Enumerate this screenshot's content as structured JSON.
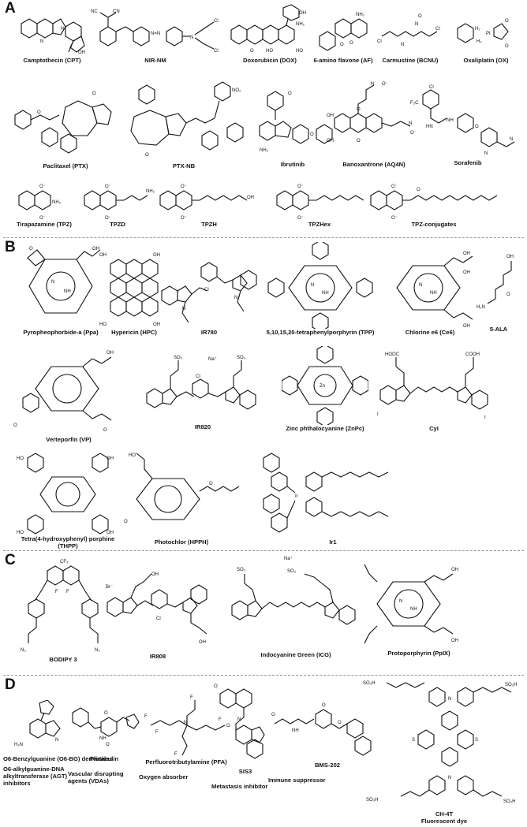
{
  "panels": [
    {
      "letter": "A",
      "compounds": [
        {
          "id": "cpt",
          "label": "Camptothecin (CPT)"
        },
        {
          "id": "nirnm",
          "label": "NIR-NM"
        },
        {
          "id": "dox",
          "label": "Doxorubicin (DOX)"
        },
        {
          "id": "af",
          "label": "6-amino flavone (AF)"
        },
        {
          "id": "bcnu",
          "label": "Carmustine (BCNU)"
        },
        {
          "id": "ox",
          "label": "Oxaliplatin (OX)"
        },
        {
          "id": "ptx",
          "label": "Paclitaxel (PTX)"
        },
        {
          "id": "ptxnb",
          "label": "PTX-NB"
        },
        {
          "id": "ibr",
          "label": "Ibrutinib"
        },
        {
          "id": "aq4n",
          "label": "Banoxantrone (AQ4N)"
        },
        {
          "id": "sora",
          "label": "Sorafenib"
        },
        {
          "id": "tpz",
          "label": "Tirapazamine (TPZ)"
        },
        {
          "id": "tpzd",
          "label": "TPZD"
        },
        {
          "id": "tpzh",
          "label": "TPZH"
        },
        {
          "id": "tpzhex",
          "label": "TPZHex"
        },
        {
          "id": "tpzc",
          "label": "TPZ-conjugates"
        }
      ]
    },
    {
      "letter": "B",
      "compounds": [
        {
          "id": "ppa",
          "label": "Pyropheophorbide-a (Ppa)"
        },
        {
          "id": "hpc",
          "label": "Hypericin (HPC)"
        },
        {
          "id": "ir780",
          "label": "IR780"
        },
        {
          "id": "tpp",
          "label": "5,10,15,20-tetraphenylporphyrin (TPP)"
        },
        {
          "id": "ce6",
          "label": "Chlorine e6 (Ce6)"
        },
        {
          "id": "ala",
          "label": "5-ALA"
        },
        {
          "id": "vp",
          "label": "Verteporfin (VP)"
        },
        {
          "id": "ir820",
          "label": "IR820"
        },
        {
          "id": "znpc",
          "label": "Zinc phthalocyanine (ZnPc)"
        },
        {
          "id": "cyi",
          "label": "CyI"
        },
        {
          "id": "thpp",
          "label": "Tetra(4-hydroxyphenyl) porphine (THPP)"
        },
        {
          "id": "hpph",
          "label": "Photochlor (HPPH)"
        },
        {
          "id": "ir1",
          "label": "Ir1"
        }
      ]
    },
    {
      "letter": "C",
      "compounds": [
        {
          "id": "bodipy",
          "label": "BODIPY 3"
        },
        {
          "id": "ir808",
          "label": "IR808"
        },
        {
          "id": "icg",
          "label": "Indocyanine Green (ICG)"
        },
        {
          "id": "ppix",
          "label": "Protoporphyrin (PpIX)"
        }
      ]
    },
    {
      "letter": "D",
      "compounds": [
        {
          "id": "o6bg",
          "label": "O6-Benzylguanine (O6-BG) derivatives"
        },
        {
          "id": "plin",
          "label": "Plinabulin"
        },
        {
          "id": "pfa",
          "label": "Perfluorotributylamine (PFA)"
        },
        {
          "id": "sis3",
          "label": "SIS3"
        },
        {
          "id": "bms",
          "label": "BMS-202"
        },
        {
          "id": "ch4t",
          "label": "CH-4T"
        }
      ],
      "categories": {
        "agt": "O6-alkylguanine-DNA alkyltransferase (AGT) inhibitors",
        "vda": "Vascular disrupting agents (VDAs)",
        "oxy": "Oxygen absorber",
        "meta": "Metastasis inhibitor",
        "immune": "Immune suppressor",
        "fluor": "Fluorescent dye"
      }
    }
  ]
}
